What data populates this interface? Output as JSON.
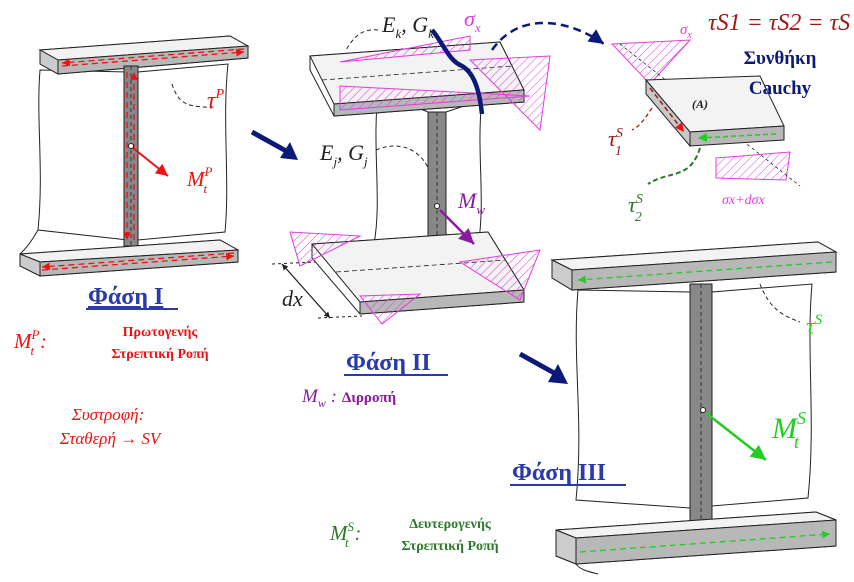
{
  "phase1": {
    "title": "Φάση I",
    "tau_base": "τ",
    "tau_sup": "P",
    "mt_base": "M",
    "mt_sup": "P",
    "mt_sub": "t",
    "def_base": "M",
    "def_sup": "P",
    "def_sub": "t",
    "def_sep": ":",
    "desc_line1": "Πρωτογενής",
    "desc_line2": "Στρεπτική Ροπή",
    "twist_line1": "Συστροφή:",
    "twist_line2": "Σταθερή → SV"
  },
  "phase2": {
    "title": "Φάση II",
    "ek_base": "E",
    "ek_sub": "k",
    "gk_base": "G",
    "gk_sub": "k",
    "ej_base": "E",
    "ej_sub": "j",
    "gj_base": "G",
    "gj_sub": "j",
    "sigma_base": "σ",
    "sigma_sub": "x",
    "mw_base": "M",
    "mw_sub": "w",
    "dx": "dx",
    "def_base": "M",
    "def_sub": "w",
    "def_sep": ":",
    "def_text": "Διρροπή"
  },
  "detail": {
    "sigma_base": "σ",
    "sigma_sub": "x",
    "equation": "τS1 = τS2 = τS",
    "cond_line1": "Συνθήκη",
    "cond_line2": "Cauchy",
    "element_label": "(A)",
    "tau1_base": "τ",
    "tau1_sup": "S",
    "tau1_sub": "1",
    "tau2_base": "τ",
    "tau2_sup": "S",
    "tau2_sub": "2",
    "sigma_dsigma": "σx+dσx"
  },
  "phase3": {
    "title": "Φάση III",
    "tau_base": "τ",
    "tau_sup": "S",
    "mt_base": "M",
    "mt_sup": "S",
    "mt_sub": "t",
    "def_base": "M",
    "def_sup": "S",
    "def_sub": "t",
    "def_sep": ":",
    "desc_line1": "Δευτερογενής",
    "desc_line2": "Στρεπτική Ροπή"
  },
  "colors": {
    "red": "#ee1111",
    "darkred": "#a01818",
    "green": "#22cc22",
    "darkgreen": "#2a7a2a",
    "navy": "#0b1a78",
    "purple": "#8a1a9e",
    "magenta": "#e03ce0",
    "title_blue": "#2a3aa8"
  }
}
